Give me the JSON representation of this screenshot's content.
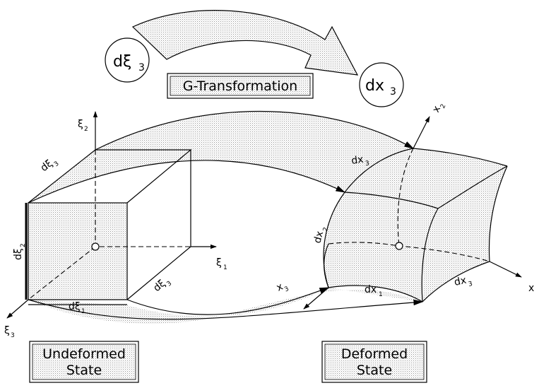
{
  "transformation": {
    "source_symbol": "dξ",
    "source_index": "3",
    "target_symbol": "dx",
    "target_index": "3",
    "label": "G-Transformation"
  },
  "undeformed": {
    "axis_xi1": "ξ",
    "axis_xi1_sub": "1",
    "axis_xi2": "ξ",
    "axis_xi2_sub": "2",
    "axis_xi3": "ξ",
    "axis_xi3_sub": "3",
    "edge_dxi1": "dξ",
    "edge_dxi1_sub": "1",
    "edge_dxi2": "dξ",
    "edge_dxi2_sub": "2",
    "edge_dxi3_top": "dξ",
    "edge_dxi3_top_sub": "3",
    "edge_dxi3_side": "dξ",
    "edge_dxi3_side_sub": "3",
    "state_line1": "Undeformed",
    "state_line2": "State"
  },
  "deformed": {
    "axis_x1": "x",
    "axis_x2": "x",
    "axis_x2_sub": "2",
    "axis_x3": "x",
    "axis_x3_sub": "3",
    "edge_dx1": "dx",
    "edge_dx1_sub": "1",
    "edge_dx2": "dx",
    "edge_dx2_sub": "2",
    "edge_dx3_top": "dx",
    "edge_dx3_top_sub": "3",
    "edge_dx3_side": "dx",
    "edge_dx3_side_sub": "3",
    "state_line1": "Deformed",
    "state_line2": "State"
  }
}
